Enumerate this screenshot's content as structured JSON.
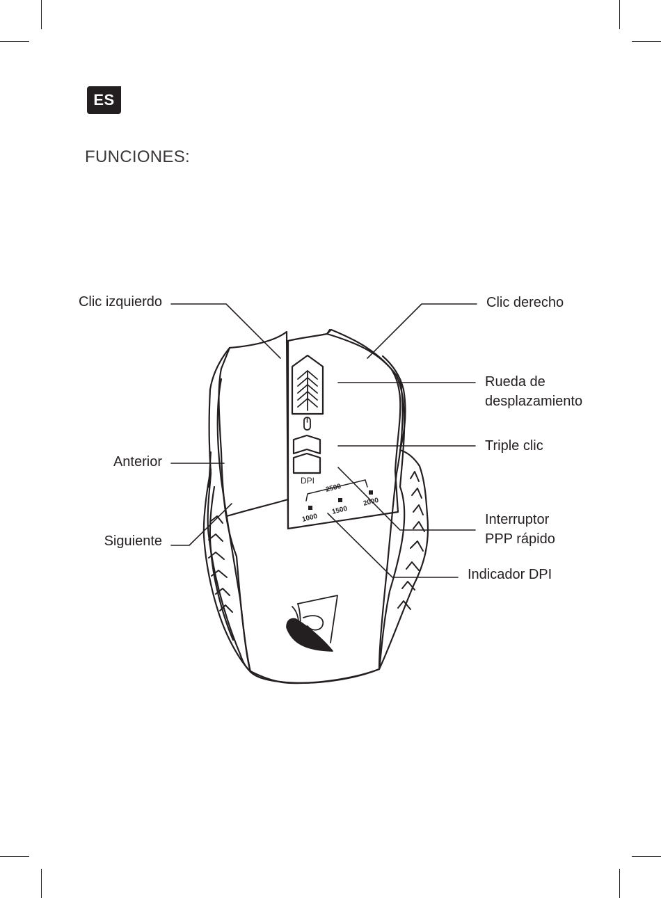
{
  "language_badge": "ES",
  "section_title": "FUNCIONES:",
  "callouts": {
    "left_click": "Clic izquierdo",
    "right_click": "Clic derecho",
    "scroll_wheel_line1": "Rueda de",
    "scroll_wheel_line2": "desplazamiento",
    "triple_click": "Triple clic",
    "forward": "Anterior",
    "back": "Siguiente",
    "dpi_switch_line1": "Interruptor",
    "dpi_switch_line2": "PPP rápido",
    "dpi_indicator": "Indicador DPI"
  },
  "mouse": {
    "dpi_button_label": "DPI",
    "dpi_levels": [
      "1000",
      "1500",
      "2000",
      "2500"
    ]
  }
}
